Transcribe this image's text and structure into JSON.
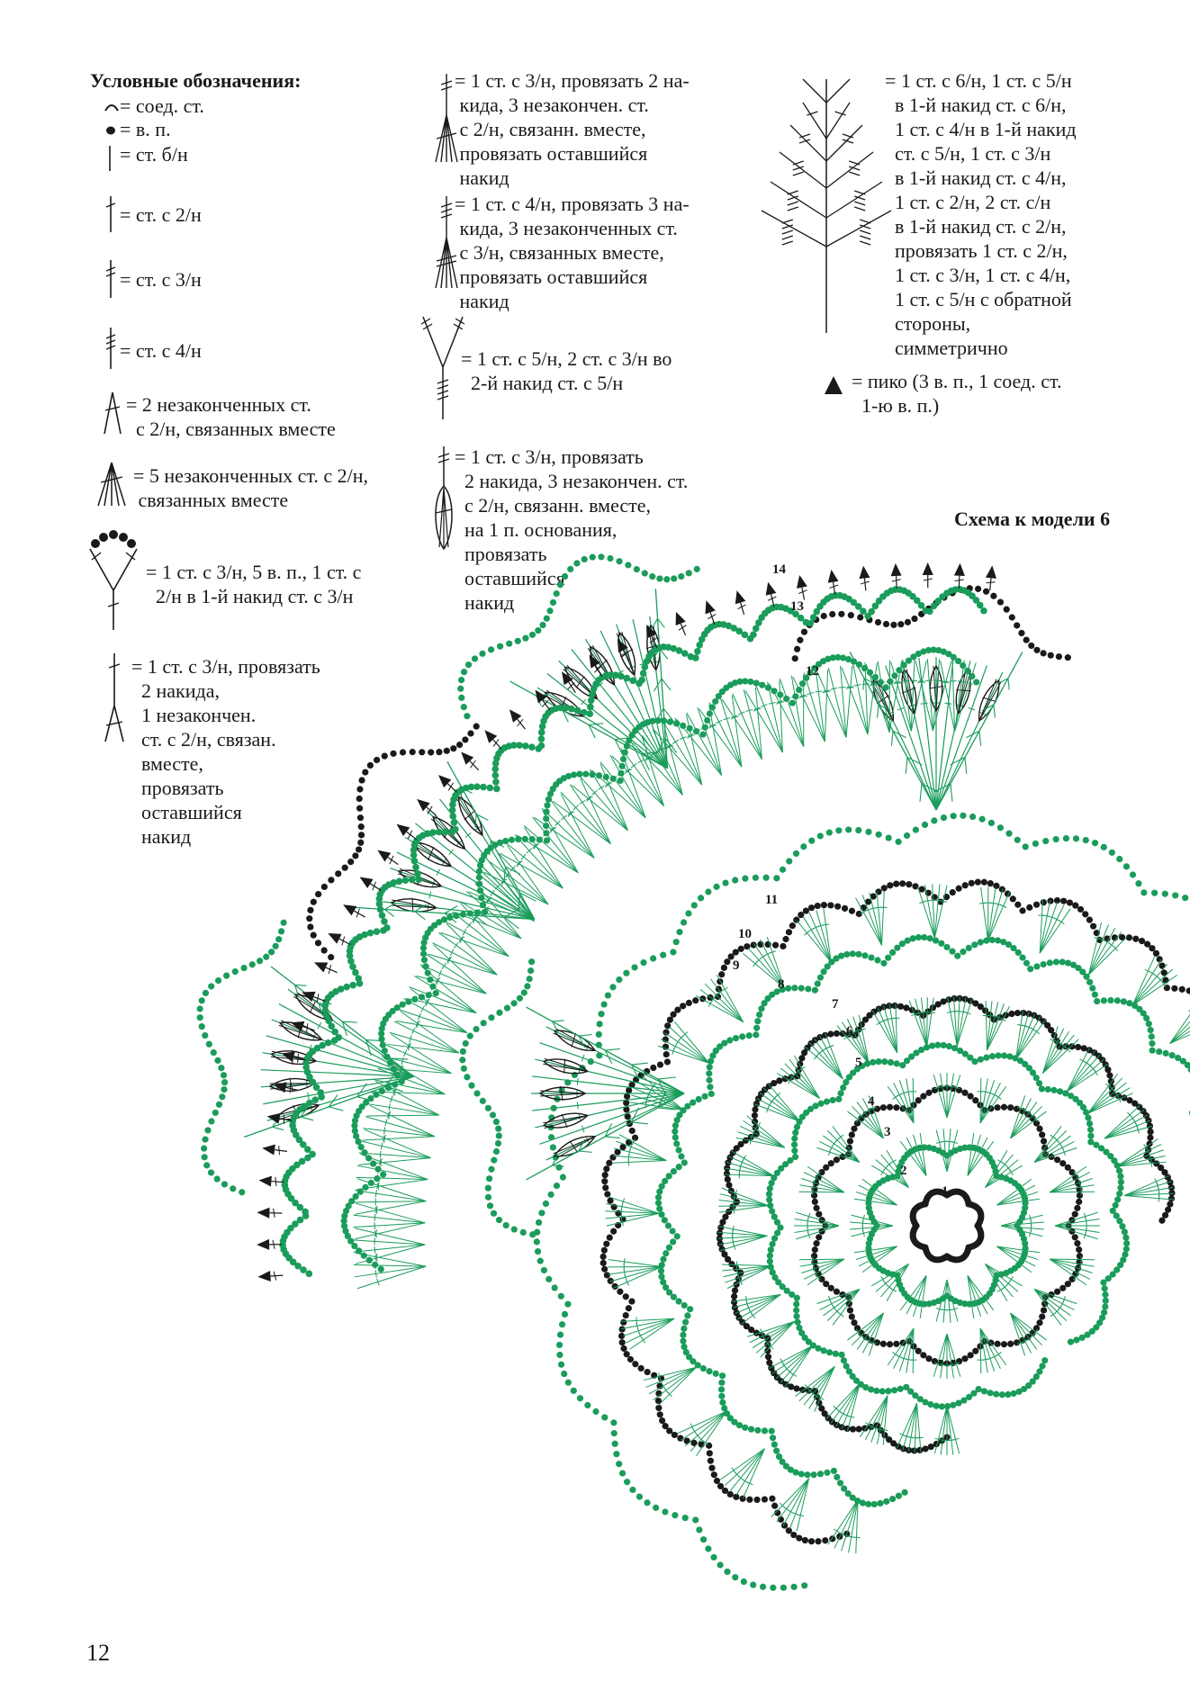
{
  "legend_title": "Условные обозначения:",
  "col1": [
    {
      "icon": "slip-stitch-icon",
      "text": "= соед. ст."
    },
    {
      "icon": "chain-stitch-icon",
      "text": "= в. п."
    },
    {
      "icon": "single-crochet-icon",
      "text": "= ст. б/н"
    },
    {
      "icon": "double-crochet-icon",
      "text": "= ст. с 2/н"
    },
    {
      "icon": "triple-crochet-icon",
      "text": "= ст. с 3/н"
    },
    {
      "icon": "quad-crochet-icon",
      "text": "= ст. с 4/н"
    },
    {
      "icon": "cluster-2-icon",
      "text": "= 2 незаконченных ст.\n  с 2/н, связанных вместе"
    },
    {
      "icon": "cluster-5-icon",
      "text": "= 5 незаконченных ст. с 2/н,\n связанных вместе"
    },
    {
      "icon": "y-stitch-picot-icon",
      "text": "= 1 ст. с 3/н, 5 в. п., 1 ст. с\n  2/н в 1-й накид ст. с 3/н"
    },
    {
      "icon": "x-stitch-icon",
      "text": "= 1 ст. с 3/н, провязать\n  2 накида,\n  1 незакончен.\n  ст. с 2/н, связан.\n  вместе,\n  провязать\n  оставшийся\n  накид"
    }
  ],
  "col2": [
    {
      "icon": "cluster-3-tr-icon",
      "text": "= 1 ст. с 3/н, провязать 2 на-\n кида, 3 незакончен. ст.\n с 2/н, связанн. вместе,\n провязать оставшийся\n накид"
    },
    {
      "icon": "cluster-3-quad-icon",
      "text": "= 1 ст. с 4/н, провязать 3 на-\n кида, 3 незаконченных ст.\n с 3/н, связанных вместе,\n провязать оставшийся\n накид"
    },
    {
      "icon": "fork-stitch-icon",
      "text": "= 1 ст. с 5/н, 2 ст. с 3/н во\n  2-й накид ст. с 5/н"
    },
    {
      "icon": "leaf-puff-icon",
      "text": "= 1 ст. с 3/н, провязать\n  2 накида, 3 незакончен. ст.\n  с 2/н, связанн. вместе,\n  на 1 п. основания,\n  провязать\n  оставшийся\n  накид"
    }
  ],
  "col3": [
    {
      "icon": "tree-stitch-icon",
      "text": "= 1 ст. с 6/н, 1 ст. с 5/н\n  в 1-й накид ст. с 6/н,\n  1 ст. с 4/н в 1-й накид\n  ст. с 5/н, 1 ст. с 3/н\n  в 1-й накид ст. с 4/н,\n  1 ст. с 2/н, 2 ст. с/н\n  в 1-й накид ст. с 2/н,\n  провязать 1 ст. с 2/н,\n  1 ст. с 3/н, 1 ст. с 4/н,\n  1 ст. с 5/н с обратной\n  стороны,\n  симметрично"
    },
    {
      "icon": "picot-icon",
      "text": "= пико (3 в. п., 1 соед. ст.\n  1-ю в. п.)"
    }
  ],
  "diagram_title": "Схема к модели 6",
  "round_numbers": [
    "1",
    "2",
    "3",
    "4",
    "5",
    "6",
    "7",
    "8",
    "9",
    "10",
    "11",
    "12",
    "13",
    "14"
  ],
  "page_number": "12",
  "colors": {
    "ink": "#1a1a1a",
    "green": "#1a9c5b",
    "black_dot": "#111111"
  }
}
